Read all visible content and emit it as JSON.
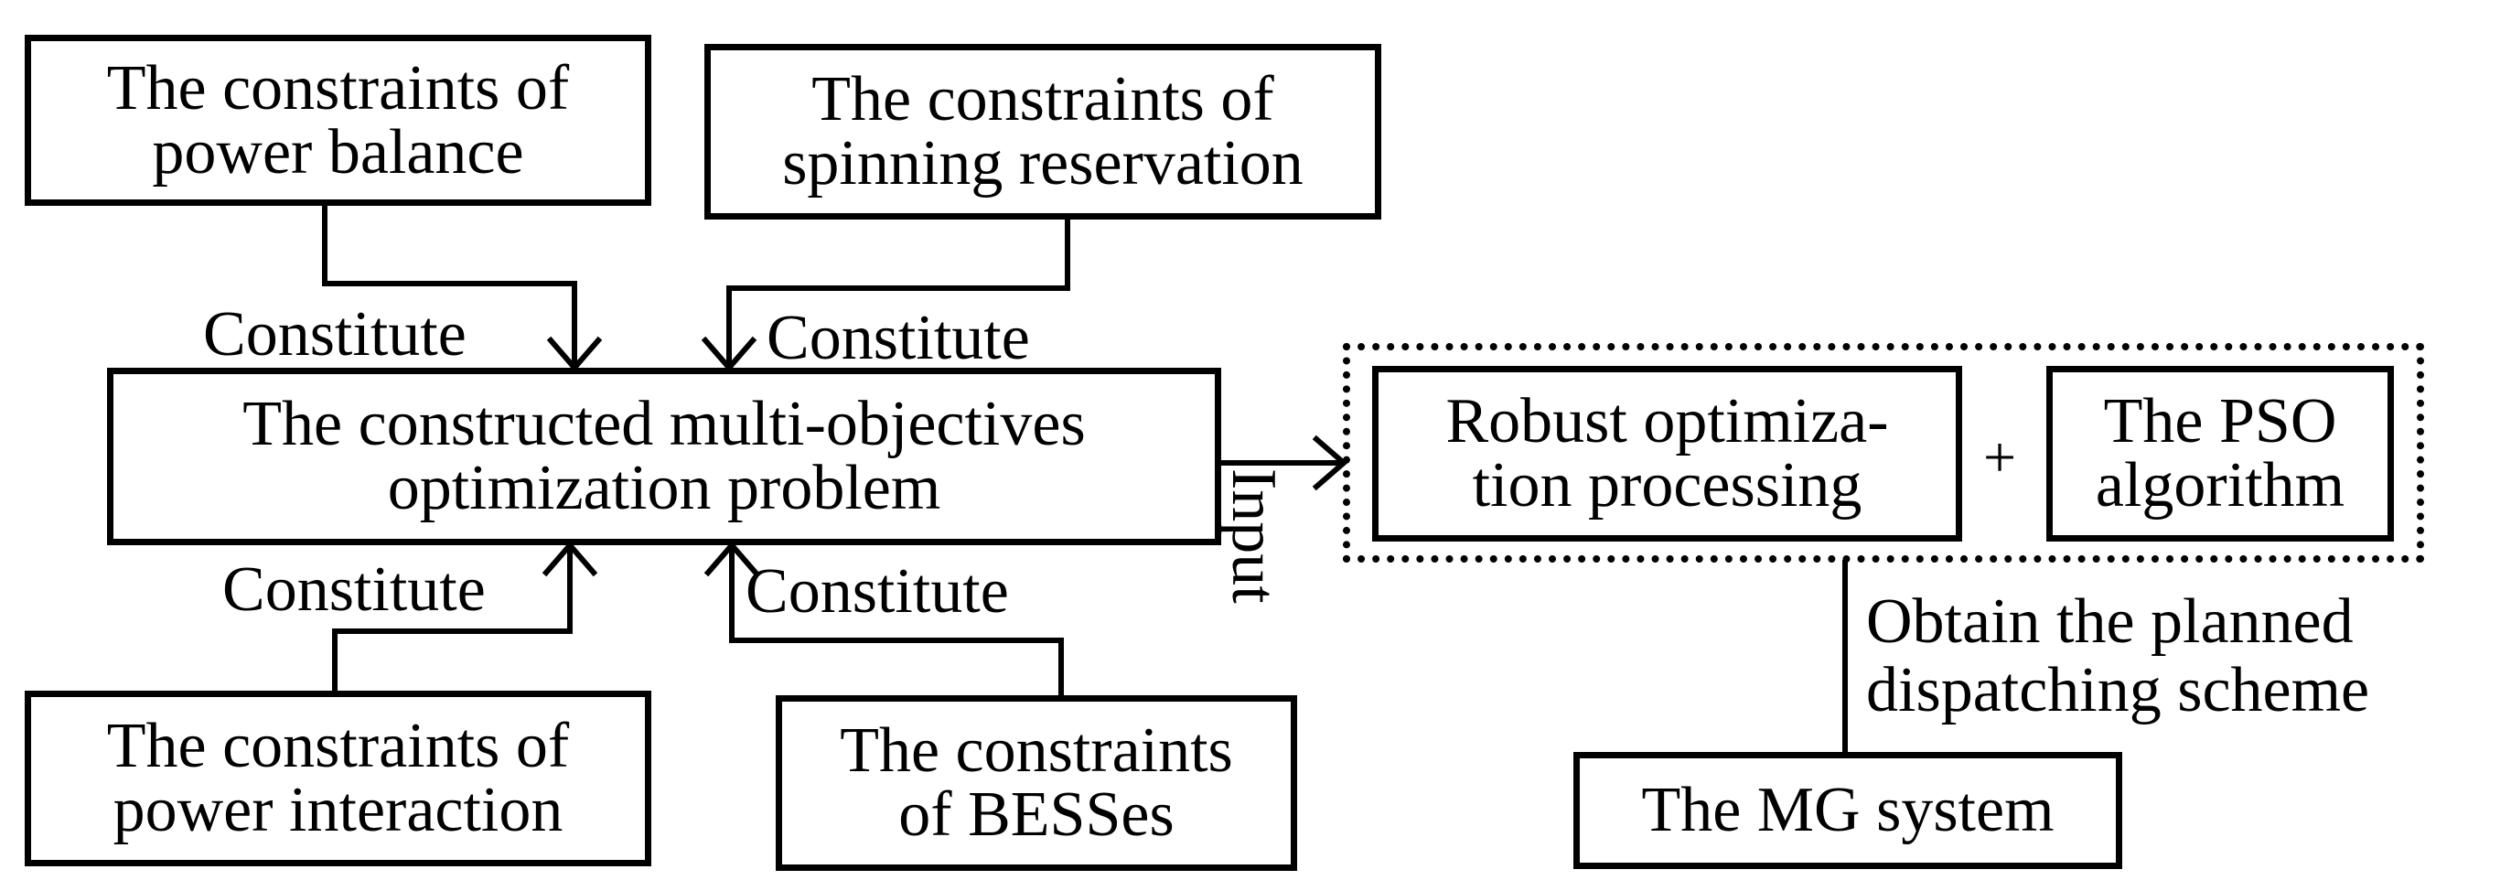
{
  "boxes": {
    "power_balance": [
      "The constraints of",
      "power balance"
    ],
    "spinning_reservation": [
      "The constraints of",
      "spinning reservation"
    ],
    "optimization_problem": [
      "The constructed multi-objectives",
      "optimization problem"
    ],
    "power_interaction": [
      "The constraints of",
      "power interaction"
    ],
    "besses": [
      "The constraints",
      "of BESSes"
    ],
    "robust": [
      "Robust optimiza-",
      "tion processing"
    ],
    "pso": [
      "The PSO",
      "algorithm"
    ],
    "mg_system": [
      "The MG system"
    ]
  },
  "labels": {
    "constitute_top_left": "Constitute",
    "constitute_top_right": "Constitute",
    "constitute_bottom_left": "Constitute",
    "constitute_bottom_right": "Constitute",
    "input": "Input",
    "plus": "+",
    "obtain": [
      "Obtain the planned",
      "dispatching scheme"
    ]
  }
}
